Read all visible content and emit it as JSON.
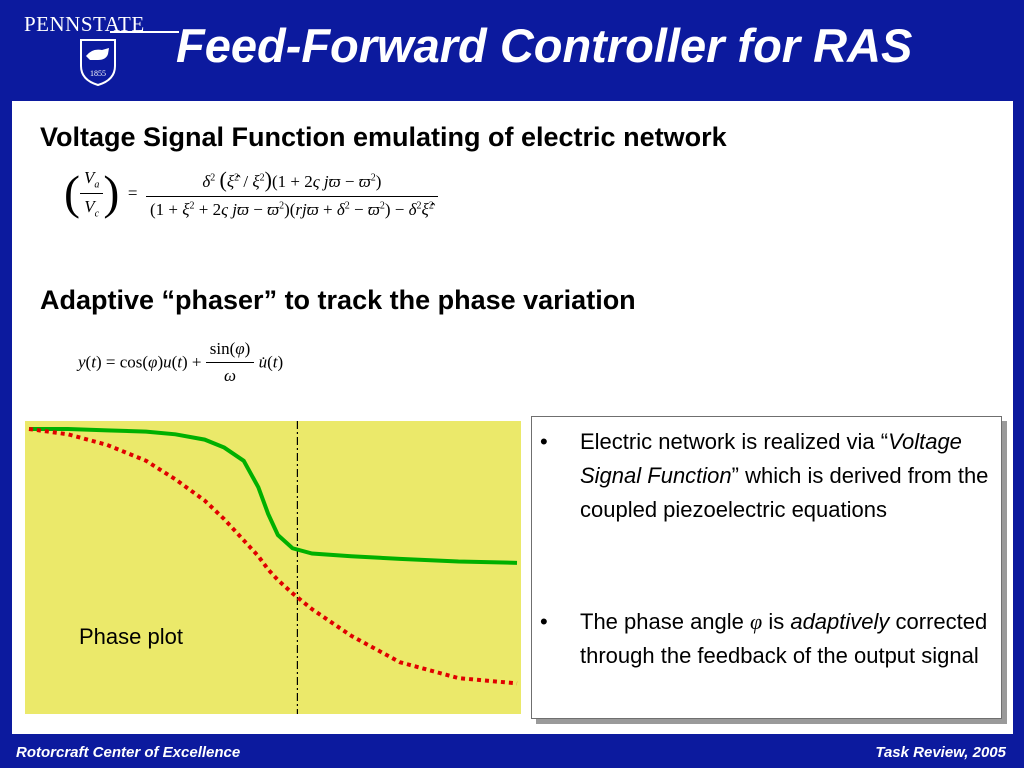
{
  "header": {
    "logo_text": "PENNSTATE",
    "logo_year": "1855",
    "title": "Feed-Forward Controller for RAS"
  },
  "section1": {
    "heading": "Voltage Signal Function emulating of electric network"
  },
  "section2": {
    "heading": "Adaptive “phaser” to track the phase variation"
  },
  "chart_data": {
    "type": "line",
    "title": "",
    "xlabel": "",
    "ylabel": "",
    "annotation": "Phase plot",
    "x": [
      0,
      0.08,
      0.16,
      0.24,
      0.3,
      0.36,
      0.4,
      0.44,
      0.47,
      0.49,
      0.51,
      0.54,
      0.58,
      0.66,
      0.76,
      0.88,
      1.0
    ],
    "series": [
      {
        "color": "#00b000",
        "style": "solid",
        "values": [
          1.0,
          1.0,
          0.995,
          0.99,
          0.98,
          0.96,
          0.93,
          0.88,
          0.78,
          0.68,
          0.6,
          0.55,
          0.53,
          0.52,
          0.51,
          0.5,
          0.495
        ]
      },
      {
        "color": "#e00000",
        "style": "dotted",
        "values": [
          1.0,
          0.98,
          0.94,
          0.88,
          0.81,
          0.73,
          0.66,
          0.58,
          0.52,
          0.47,
          0.43,
          0.38,
          0.32,
          0.22,
          0.12,
          0.06,
          0.04
        ]
      }
    ],
    "vline_x": 0.55
  },
  "bullets": [
    {
      "marker": "•",
      "text_a": "Electric network is realized via “",
      "italic": "Voltage Signal Function",
      "text_b": "” which is derived from the coupled piezoelectric equations"
    },
    {
      "marker": "•",
      "text_a": "The phase angle ",
      "symbol": "φ",
      "text_b": " is ",
      "italic": "adaptively",
      "text_c": " corrected through the feedback of the output signal"
    }
  ],
  "footer": {
    "left": "Rotorcraft Center of Excellence",
    "right": "Task Review, 2005"
  },
  "colors": {
    "background": "#0c1a9e",
    "chart_bg": "#ebe96a"
  }
}
